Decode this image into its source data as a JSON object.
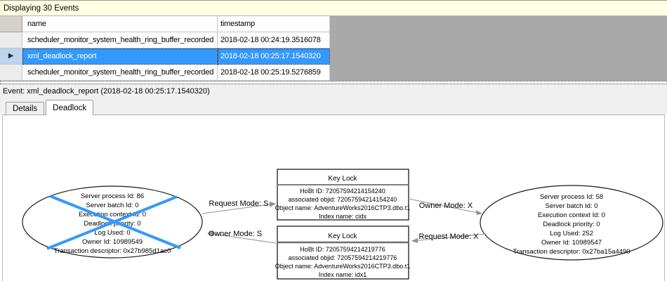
{
  "info_bar": {
    "text": "Displaying 30 Events"
  },
  "grid": {
    "marker": "▶",
    "columns": [
      "name",
      "timestamp"
    ],
    "rows": [
      {
        "name": "scheduler_monitor_system_health_ring_buffer_recorded",
        "timestamp": "2018-02-18 00:24:19.3516078",
        "selected": false
      },
      {
        "name": "xml_deadlock_report",
        "timestamp": "2018-02-18 00:25:17.1540320",
        "selected": true
      },
      {
        "name": "scheduler_monitor_system_health_ring_buffer_recorded",
        "timestamp": "2018-02-18 00:25:19.5276859",
        "selected": false
      }
    ]
  },
  "event_bar": {
    "text": "Event: xml_deadlock_report (2018-02-18 00:25:17.1540320)"
  },
  "tabs": [
    {
      "label": "Details",
      "active": false
    },
    {
      "label": "Deadlock",
      "active": true
    }
  ],
  "graph": {
    "processes": [
      {
        "role": "victim",
        "lines": [
          "Server process Id: 86",
          "Server batch Id: 0",
          "Execution context Id: 0",
          "Deadlock priority: 0",
          "Log Used: 0",
          "Owner Id: 10989549",
          "Transaction descriptor: 0x27b985d1ac0"
        ]
      },
      {
        "role": "owner",
        "lines": [
          "Server process Id: 58",
          "Server batch Id: 0",
          "Execution context Id: 0",
          "Deadlock priority: 0",
          "Log Used: 252",
          "Owner Id: 10989547",
          "Transaction descriptor: 0x27ba15a4490"
        ]
      }
    ],
    "locks": [
      {
        "title": "Key Lock",
        "lines": [
          "HoBt ID: 72057594214154240",
          "associated objid: 72057594214154240",
          "Object name: AdventureWorks2016CTP3.dbo.t1",
          "Index name: cidx"
        ]
      },
      {
        "title": "Key Lock",
        "lines": [
          "HoBt ID: 72057594214219776",
          "associated objid: 72057594214219776",
          "Object name: AdventureWorks2016CTP3.dbo.t1",
          "Index name: idx1"
        ]
      }
    ],
    "edges": [
      {
        "label": "Request Mode: S"
      },
      {
        "label": "Owner Mode: S"
      },
      {
        "label": "Owner Mode: X"
      },
      {
        "label": "Request Mode: X"
      }
    ],
    "colors": {
      "victim_cross": "#3399FF",
      "edge_line": "#A6A6A6",
      "edge_head": "#8F8F8F"
    }
  },
  "colors": {
    "selection": "#3399FF",
    "selection_text": "#FFFFFF",
    "info_bar_bg": "#FFFFE1",
    "grid_empty_bg": "#A9A9A9",
    "panel_bg": "#F0F0F0"
  }
}
